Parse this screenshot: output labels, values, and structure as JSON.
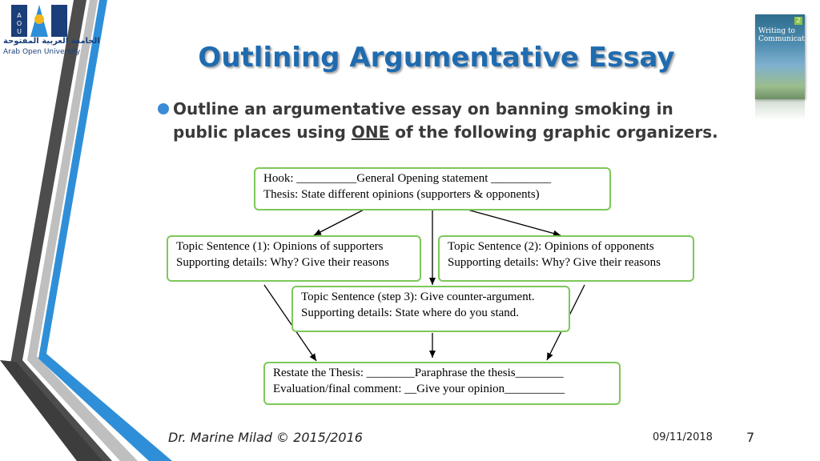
{
  "logo": {
    "arabic_name": "الجامعة العربية المفتوحة",
    "english_name": "Arab Open University"
  },
  "slide": {
    "title": "Outlining Argumentative Essay",
    "instruction_part1": "Outline an argumentative essay on banning smoking in public places using ",
    "instruction_emphasis": "ONE",
    "instruction_part2": " of the following graphic organizers."
  },
  "book_cover": {
    "volume": "2",
    "title": "Writing to Communicate"
  },
  "organizer": {
    "intro": {
      "line1": "Hook: __________General Opening statement __________",
      "line2": "Thesis: State different opinions (supporters & opponents)"
    },
    "body_left": {
      "line1": "Topic Sentence (1): Opinions of supporters",
      "line2": "Supporting details: Why? Give their reasons"
    },
    "body_right": {
      "line1": "Topic Sentence (2): Opinions of opponents",
      "line2": "Supporting details: Why? Give their reasons"
    },
    "body_middle": {
      "line1": "Topic Sentence (step 3): Give counter-argument.",
      "line2": "Supporting details: State where do you stand."
    },
    "conclusion": {
      "line1": "Restate the Thesis: ________Paraphrase the thesis________",
      "line2": "Evaluation/final comment: __Give your opinion__________"
    }
  },
  "footer": {
    "author": "Dr. Marine Milad © 2015/2016",
    "date": "09/11/2018",
    "page": "7"
  },
  "colors": {
    "title": "#1f6bb0",
    "box_border": "#7dc85a",
    "deco_blue": "#2e8fd8",
    "deco_dark": "#4a4a4a"
  }
}
